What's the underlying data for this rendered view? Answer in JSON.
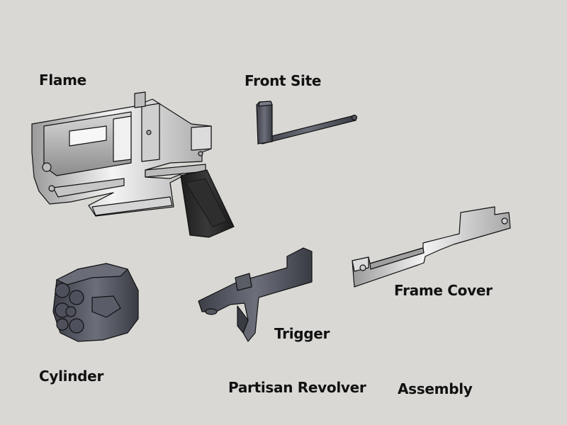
{
  "labels": {
    "flame": "Flame",
    "front_site": "Front Site",
    "frame_cover": "Frame Cover",
    "trigger": "Trigger",
    "cylinder": "Cylinder",
    "title_line1": "Partisan Revolver",
    "title_line2": "Assembly"
  },
  "colors": {
    "background": "#d9d8d4",
    "metal_light": "#e8e8e8",
    "metal_dark": "#5a5d66",
    "grip": "#2a2a2a",
    "outline": "#111111"
  }
}
